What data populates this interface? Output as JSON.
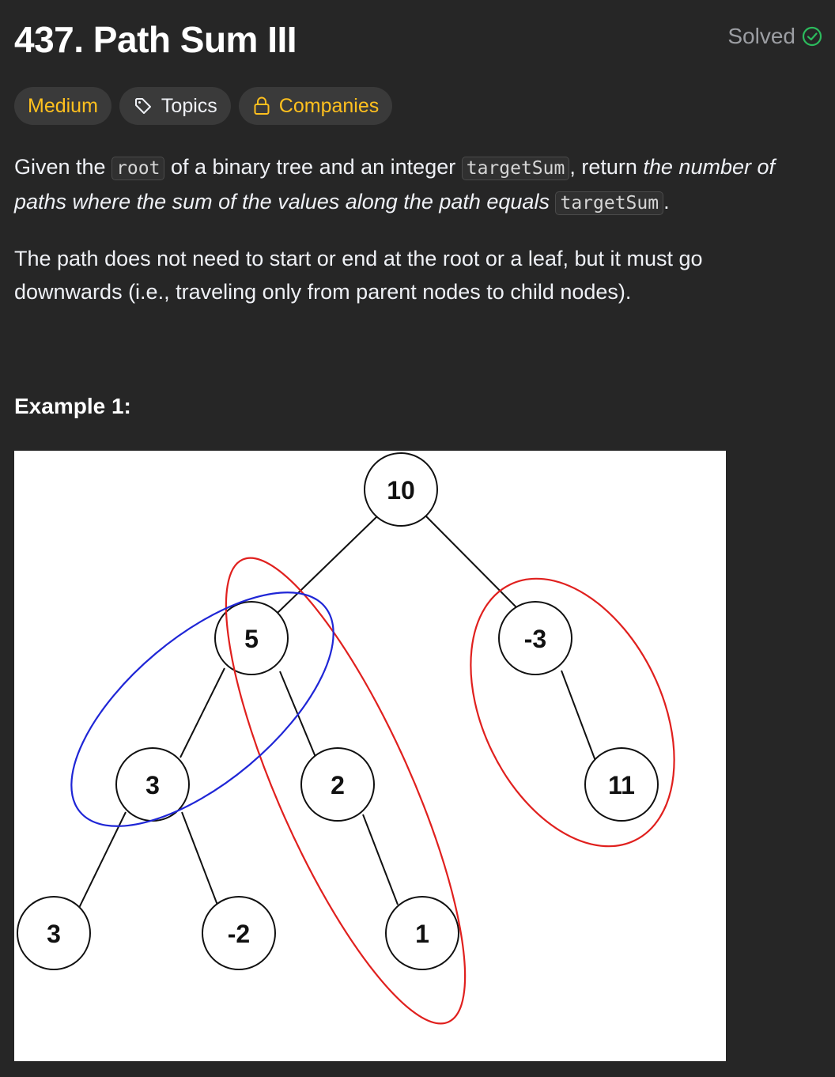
{
  "problem": {
    "title": "437. Path Sum III",
    "status": "Solved",
    "status_icon": "check-circle-icon",
    "status_color": "#2cbb5d"
  },
  "tags": {
    "difficulty": "Medium",
    "topics": "Topics",
    "companies": "Companies",
    "difficulty_color": "#ffc01e"
  },
  "description": {
    "p1": {
      "t1": "Given the ",
      "c1": "root",
      "t2": " of a binary tree and an integer ",
      "c2": "targetSum",
      "t3": ", return ",
      "em": "the number of paths where the sum of the values along the path equals",
      "t4": " ",
      "c3": "targetSum",
      "t5": "."
    },
    "p2": "The path does not need to start or end at the root or a leaf, but it must go downwards (i.e., traveling only from parent nodes to child nodes)."
  },
  "example": {
    "label": "Example 1:",
    "tree": {
      "nodes": {
        "root": "10",
        "n5": "5",
        "nm3": "-3",
        "n3a": "3",
        "n2": "2",
        "n11": "11",
        "n3b": "3",
        "nm2": "-2",
        "n1": "1"
      },
      "highlight_colors": {
        "red": "#e0201e",
        "blue": "#1f26d6"
      }
    }
  }
}
